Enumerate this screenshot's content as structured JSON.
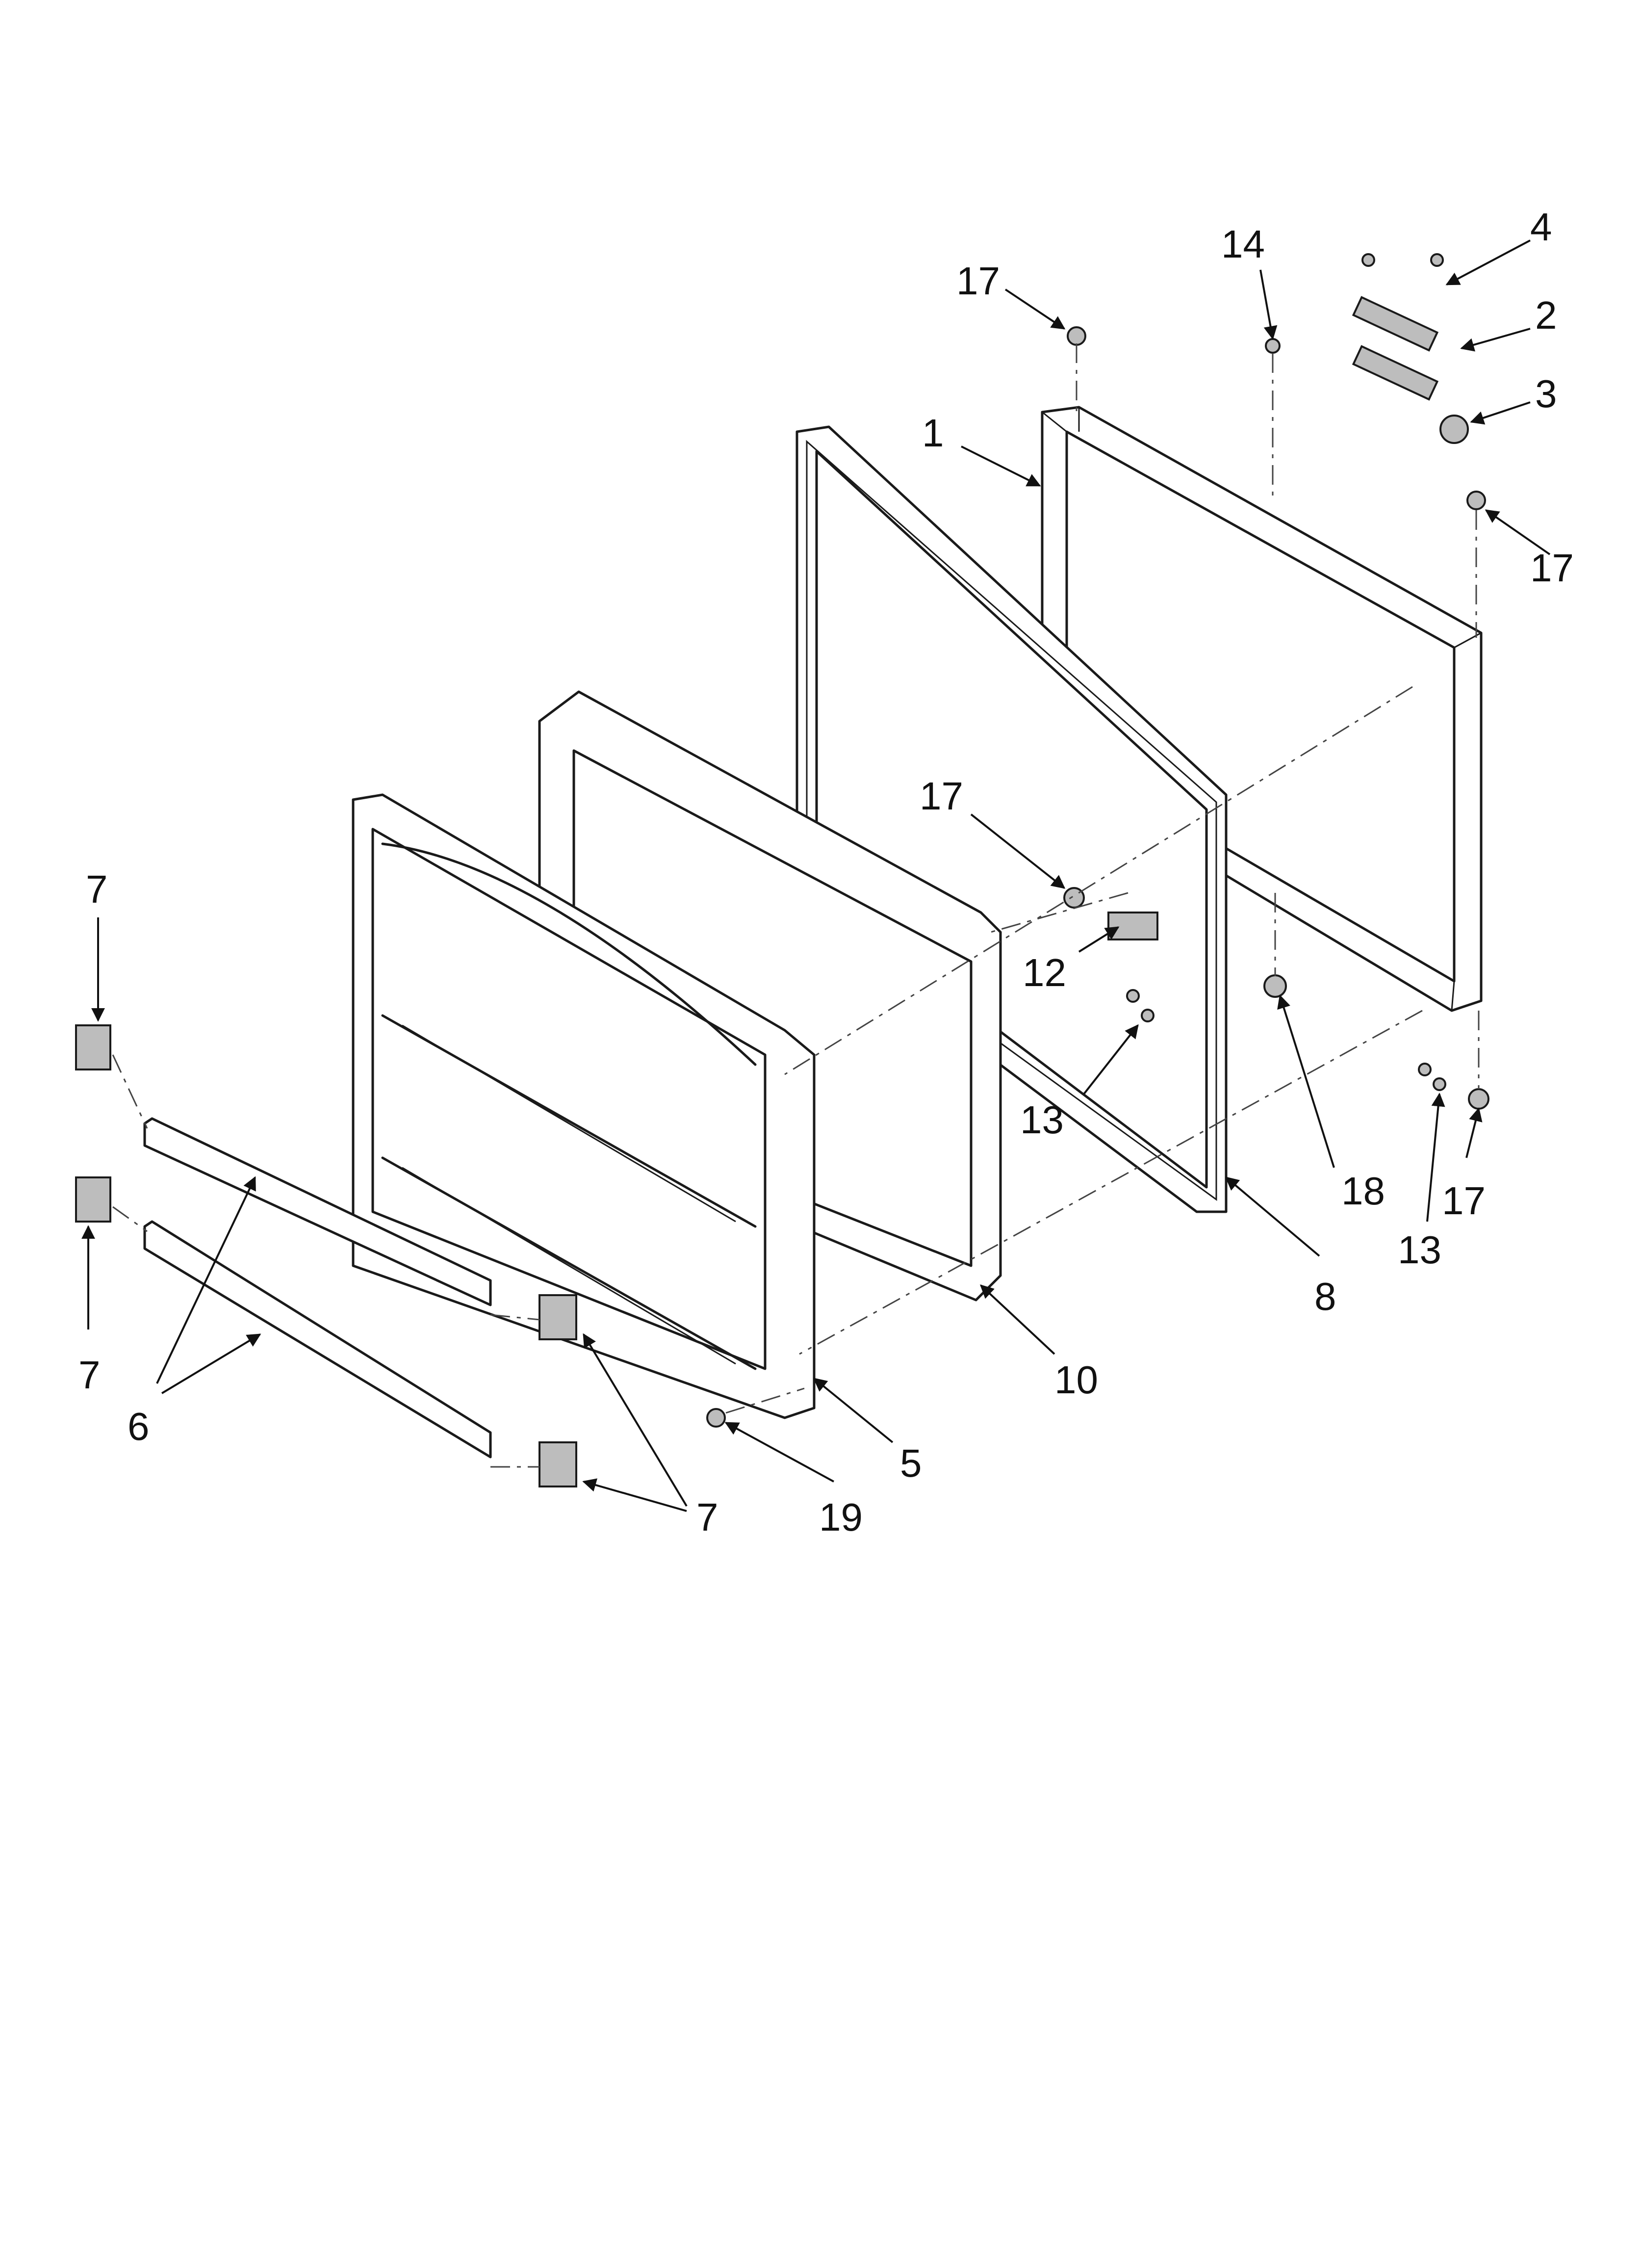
{
  "callouts": [
    {
      "id": "c1",
      "text": "1"
    },
    {
      "id": "c2",
      "text": "2"
    },
    {
      "id": "c3",
      "text": "3"
    },
    {
      "id": "c4",
      "text": "4"
    },
    {
      "id": "c5",
      "text": "5"
    },
    {
      "id": "c6",
      "text": "6"
    },
    {
      "id": "c7a",
      "text": "7"
    },
    {
      "id": "c7b",
      "text": "7"
    },
    {
      "id": "c7c",
      "text": "7"
    },
    {
      "id": "c8",
      "text": "8"
    },
    {
      "id": "c10",
      "text": "10"
    },
    {
      "id": "c12",
      "text": "12"
    },
    {
      "id": "c13a",
      "text": "13"
    },
    {
      "id": "c13b",
      "text": "13"
    },
    {
      "id": "c14",
      "text": "14"
    },
    {
      "id": "c17a",
      "text": "17"
    },
    {
      "id": "c17b",
      "text": "17"
    },
    {
      "id": "c17c",
      "text": "17"
    },
    {
      "id": "c17d",
      "text": "17"
    },
    {
      "id": "c18",
      "text": "18"
    },
    {
      "id": "c19",
      "text": "19"
    }
  ]
}
